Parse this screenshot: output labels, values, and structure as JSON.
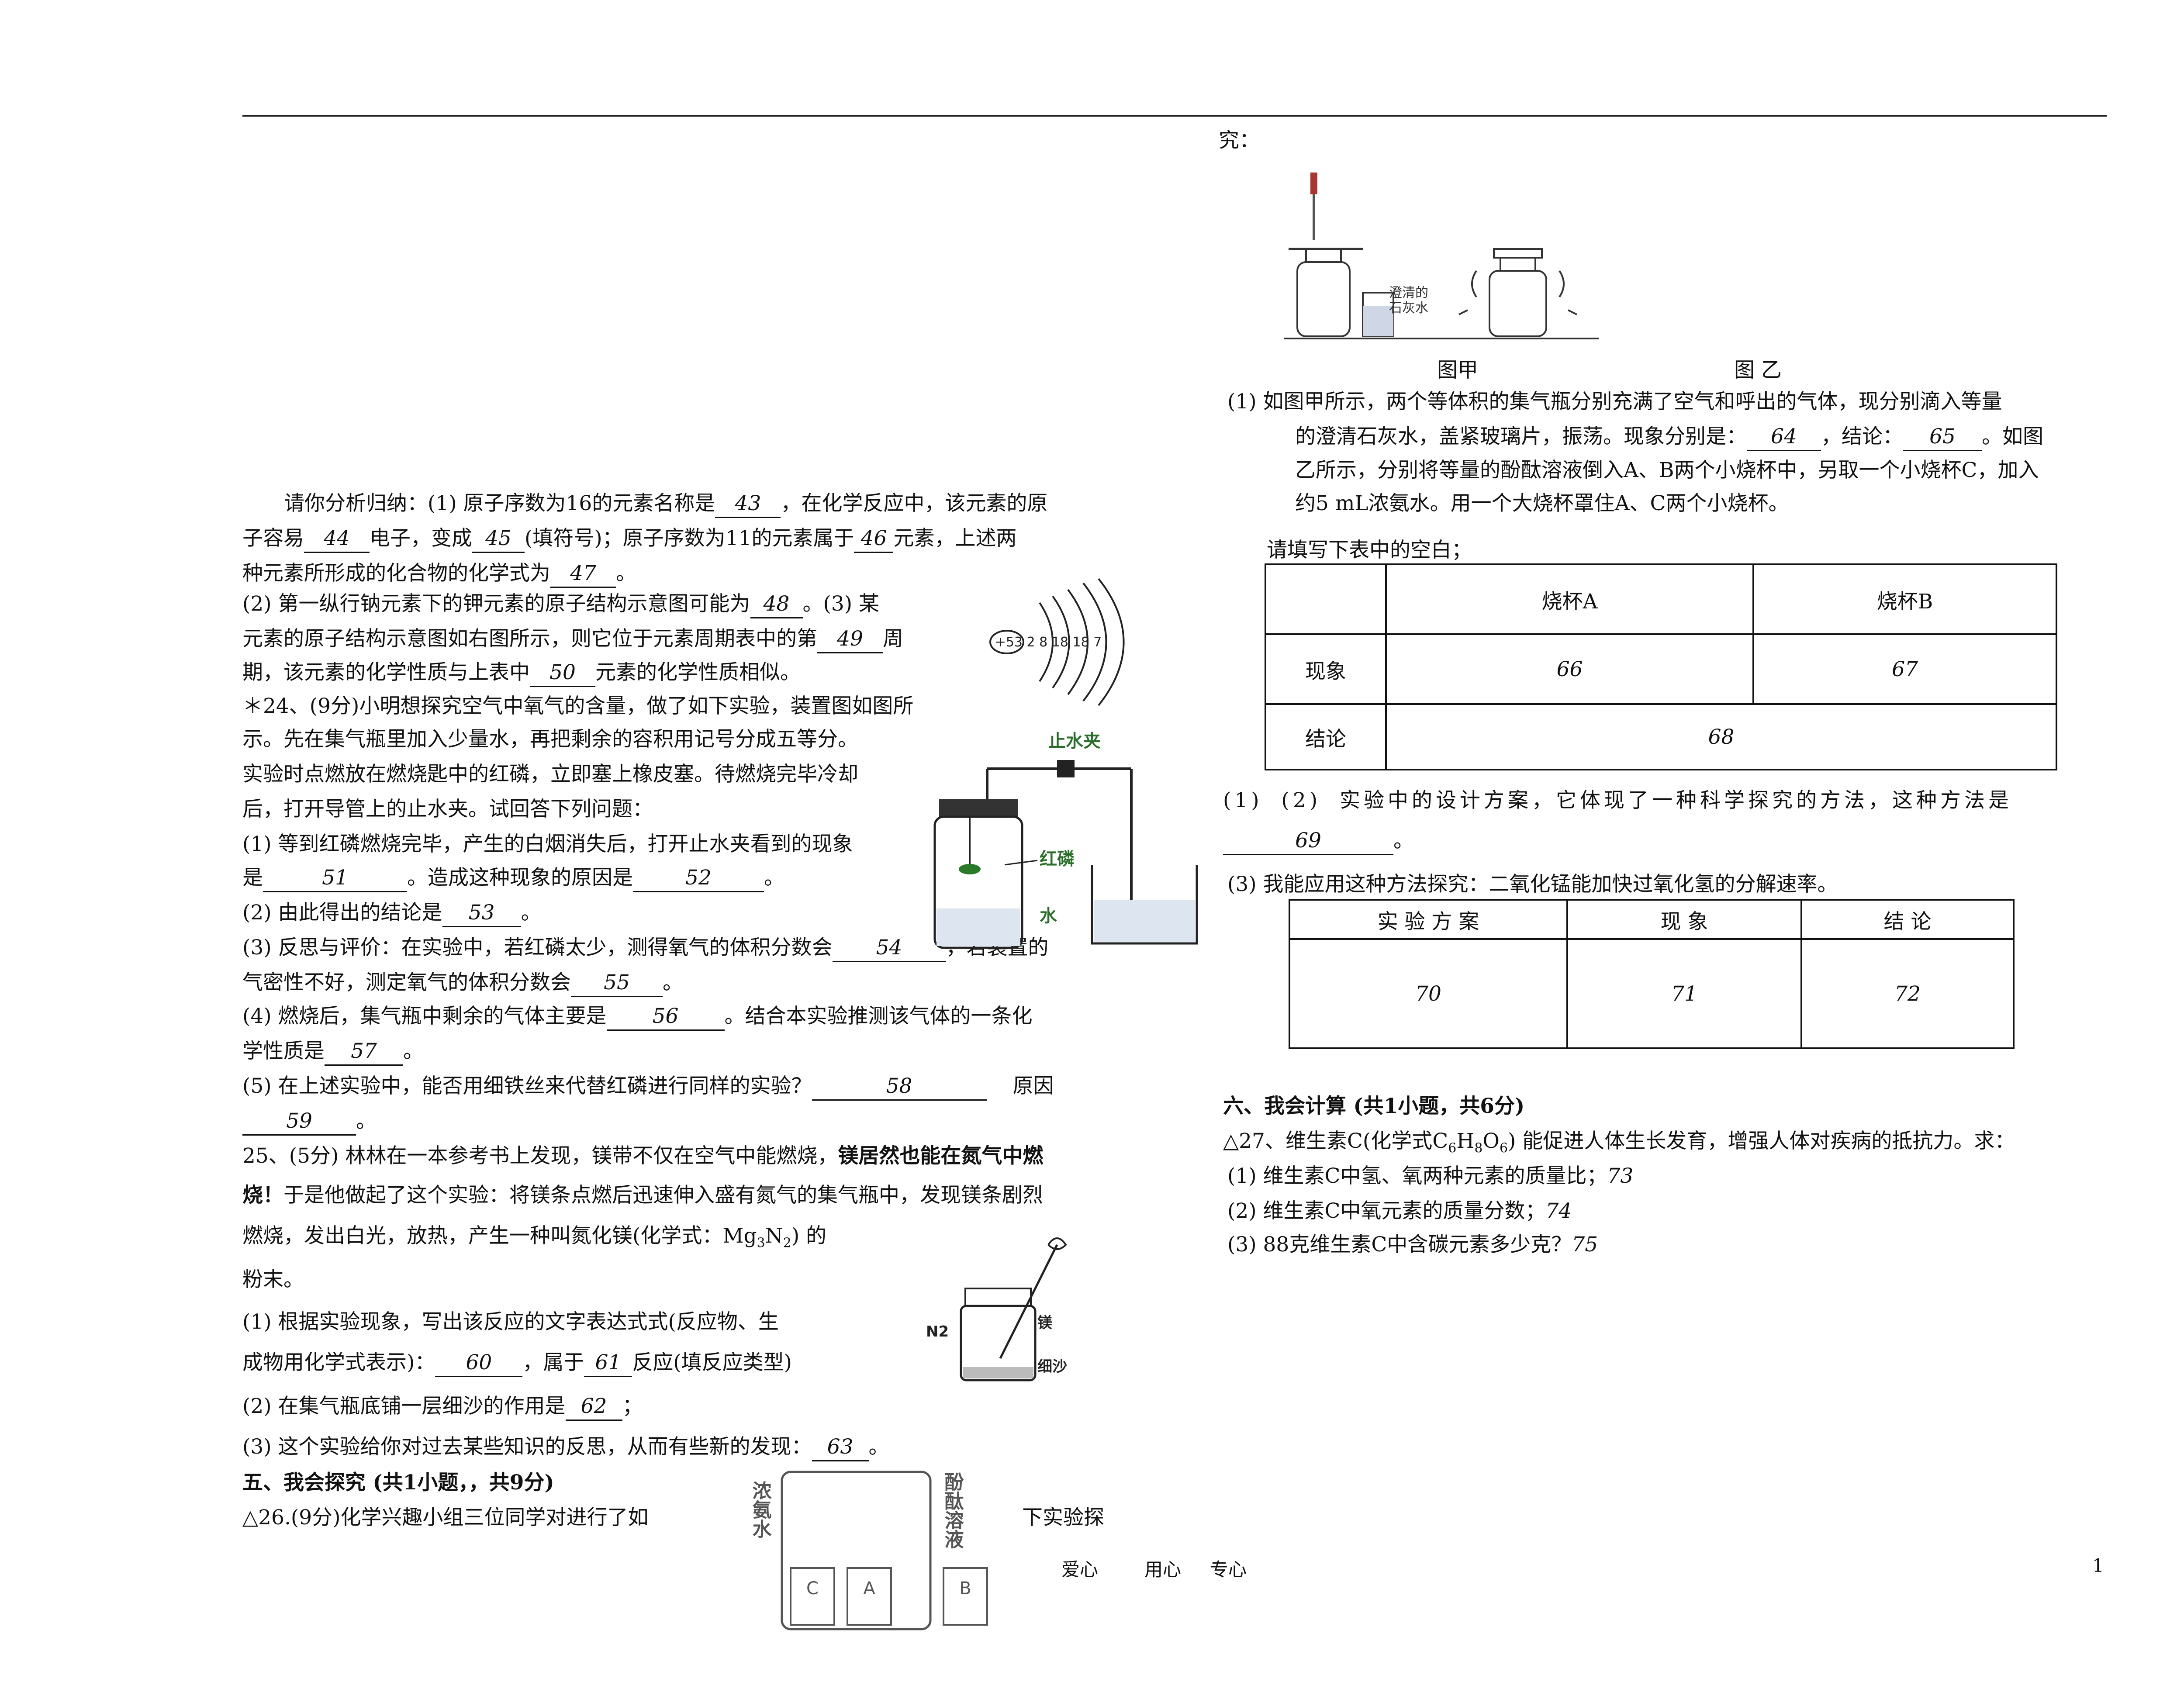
{
  "header_right": "究：",
  "figure_top": {
    "label_left": "澄清的",
    "label_left2": "石灰水",
    "caption_a": "图甲",
    "caption_b": "图 乙"
  },
  "left": {
    "l1a": "请你分析归纳：(1) 原子序数为16的元素名称是",
    "b43": "43",
    "l1b": "，在化学反应中，该元素的原",
    "l2a": "子容易",
    "b44": "44",
    "l2b": "电子，变成",
    "b45": "45",
    "l2c": "(填符号)；原子序数为11的元素属于",
    "b46": "46",
    "l2d": "元素，上述两",
    "l3a": "种元素所形成的化合物的化学式为",
    "b47": "47",
    "l3b": "。",
    "l4a": "(2) 第一纵行钠元素下的钾元素的原子结构示意图可能为",
    "b48": "48",
    "l4b": "。(3) 某",
    "l5a": "元素的原子结构示意图如右图所示，则它位于元素周期表中的第",
    "b49": "49",
    "l5b": "周",
    "l6a": "期，该元素的化学性质与上表中",
    "b50": "50",
    "l6b": "元素的化学性质相似。",
    "atom_label": "+53 2 8 18 18 7",
    "q24_1": "＊24、(9分)小明想探究空气中氧气的含量，做了如下实验，装置图如图所",
    "q24_2": "示。先在集气瓶里加入少量水，再把剩余的容积用记号分成五等分。",
    "q24_3": "实验时点燃放在燃烧匙中的红磷，立即塞上橡皮塞。待燃烧完毕冷却",
    "q24_4": "后，打开导管上的止水夹。试回答下列问题：",
    "q24_5": "(1) 等到红磷燃烧完毕，产生的白烟消失后，打开止水夹看到的现象",
    "q24_6a": "是",
    "b51": "51",
    "q24_6b": "。造成这种现象的原因是",
    "b52": "52",
    "q24_6c": "。",
    "q24_7a": "(2) 由此得出的结论是",
    "b53": "53",
    "q24_7b": "。",
    "q24_8a": "(3) 反思与评价：在实验中，若红磷太少，测得氧气的体积分数会",
    "b54": "54",
    "q24_8b": "，若装置的",
    "q24_9a": "气密性不好，测定氧气的体积分数会",
    "b55": "55",
    "q24_9b": "。",
    "q24_10a": "(4) 燃烧后，集气瓶中剩余的气体主要是",
    "b56": "56",
    "q24_10b": "。结合本实验推测该气体的一条化",
    "q24_11a": "学性质是",
    "b57": "57",
    "q24_11b": "。",
    "q24_12a": "(5) 在上述实验中，能否用细铁丝来代替红磷进行同样的实验？",
    "b58": "58",
    "q24_12b": "原因",
    "b59": "59",
    "q24_13b": "。",
    "fig24_clamp": "止水夹",
    "fig24_p": "红磷",
    "fig24_w": "水",
    "q25_1a": "25、(5分) 林林在一本参考书上发现，镁带不仅在空气中能燃烧，",
    "q25_1b": "镁居然也能在氮气中燃",
    "q25_2a": "烧！",
    "q25_2b": "于是他做起了这个实验：将镁条点燃后迅速伸入盛有氮气的集气瓶中，发现镁条剧烈",
    "q25_3a": "燃烧，发出白光，放热，产生一种叫氮化镁(化学式：Mg",
    "q25_3s1": "3",
    "q25_3m": "N",
    "q25_3s2": "2",
    "q25_3b": ") 的",
    "q25_4": "粉末。",
    "q25_5": "(1)  根据实验现象，写出该反应的文字表达式式(反应物、生",
    "q25_6a": "成物用化学式表示)：",
    "b60": "60",
    "q25_6b": "，属于",
    "b61": "61",
    "q25_6c": "反应(填反应类型)",
    "q25_7a": "(2) 在集气瓶底铺一层细沙的作用是",
    "b62": "62",
    "q25_7b": "；",
    "q25_8a": "(3)  这个实验给你对过去某些知识的反思，从而有些新的发现：",
    "b63": "63",
    "q25_8b": "。",
    "fig25_n2": "N2",
    "fig25_mg": "镁",
    "fig25_sand": "细沙",
    "sec5": "五、我会探究 (共1小题，，共9分)",
    "q26a": "△26.(9分)化学兴趣小组三位同学对进行了如",
    "q26b": "下实验探",
    "fig26_left": "浓氨水",
    "fig26_right": "酚酞溶液",
    "fig26_c": "C",
    "fig26_a": "A",
    "fig26_b": "B"
  },
  "right": {
    "r1a": "(1)    如图甲所示，两个等体积的集气瓶分别充满了空气和呼出的气体，现分别滴入等量",
    "r1b": "的澄清石灰水，盖紧玻璃片，振荡。现象分别是：",
    "b64": "64",
    "r1c": "，结论：",
    "b65": "65",
    "r1d": "。如图",
    "r1e": "乙所示，分别将等量的酚酞溶液倒入A、B两个小烧杯中，另取一个小烧杯C，加入",
    "r1f": "约5 mL浓氨水。用一个大烧杯罩住A、C两个小烧杯。",
    "table_intro": "请填写下表中的空白；",
    "t1": {
      "h_a": "烧杯A",
      "h_b": "烧杯B",
      "row1": "现象",
      "c66": "66",
      "c67": "67",
      "row2": "结论",
      "c68": "68"
    },
    "r2a": "(1) (2) 实验中的设计方案，它体现了一种科学探究的方法，这种方法是",
    "b69": "69",
    "r2b": "。",
    "r3": "(3) 我能应用这种方法探究：二氧化锰能加快过氧化氢的分解速率。",
    "t2": {
      "h1": "实 验 方 案",
      "h2": "现    象",
      "h3": "结    论",
      "c70": "70",
      "c71": "71",
      "c72": "72"
    },
    "sec6": "六、我会计算 (共1小题，共6分)",
    "q27a": "△27、维生素C(化学式C",
    "q27s1": "6",
    "q27m1": "H",
    "q27s2": "8",
    "q27m2": "O",
    "q27s3": "6",
    "q27b": ") 能促进人体生长发育，增强人体对疾病的抵抗力。求：",
    "q27_1": "(1) 维生素C中氢、氧两种元素的质量比；",
    "c73": "73",
    "q27_2": "(2) 维生素C中氧元素的质量分数；",
    "c74": "74",
    "q27_3": "(3) 88克维生素C中含碳元素多少克？",
    "c75": "75"
  },
  "footer": {
    "a": "爱心",
    "b": "用心",
    "c": "专心",
    "page": "1"
  }
}
